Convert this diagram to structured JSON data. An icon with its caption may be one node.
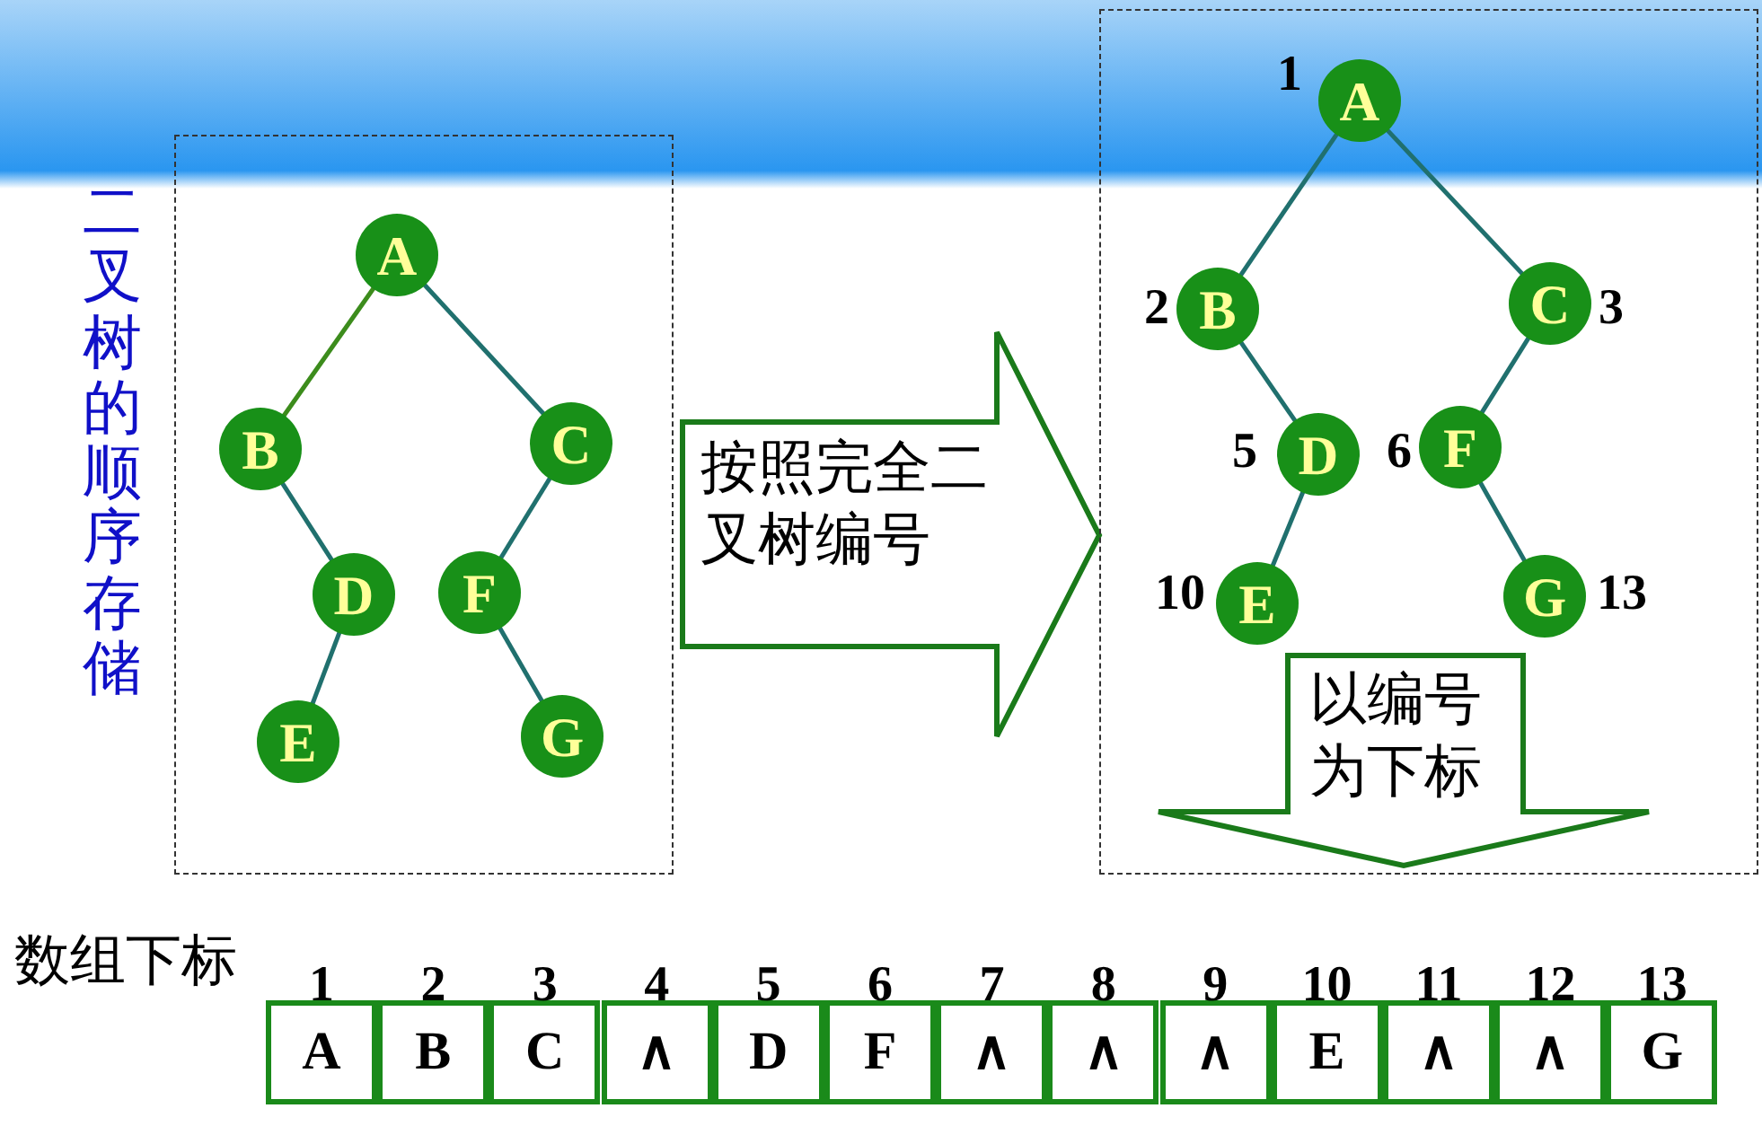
{
  "diagram": {
    "nodes": [
      {
        "text": [],
        "shape": "box"
      },
      {
        "text": [
          "A"
        ],
        "in": 0
      },
      {
        "text": [
          "B"
        ],
        "in": 0
      },
      {
        "text": [
          "C"
        ],
        "in": 0
      },
      {
        "text": [
          "D"
        ],
        "in": 0
      },
      {
        "text": [
          "F"
        ],
        "in": 0
      },
      {
        "text": [
          "E"
        ],
        "in": 0
      },
      {
        "text": [
          "G"
        ],
        "in": 0
      },
      {
        "text": [],
        "shape": "box"
      },
      {
        "text": [
          "A"
        ],
        "in": 8,
        "beside": [
          "1"
        ]
      },
      {
        "text": [
          "B"
        ],
        "in": 8,
        "beside": [
          "2"
        ]
      },
      {
        "text": [
          "C"
        ],
        "in": 8,
        "beside": [
          "3"
        ]
      },
      {
        "text": [
          "D"
        ],
        "in": 8,
        "beside": [
          "5"
        ]
      },
      {
        "text": [
          "F"
        ],
        "in": 8,
        "beside": [
          "6"
        ]
      },
      {
        "text": [
          "E"
        ],
        "in": 8,
        "beside": [
          "10"
        ]
      },
      {
        "text": [
          "G"
        ],
        "in": 8,
        "beside": [
          "13"
        ]
      },
      {
        "text": [
          "以编号为下标"
        ],
        "in": 8
      },
      {
        "text": [
          "A"
        ],
        "beside": [
          "1"
        ]
      },
      {
        "text": [
          "B"
        ],
        "beside": [
          "2"
        ]
      },
      {
        "text": [
          "C"
        ],
        "beside": [
          "3"
        ]
      },
      {
        "text": [
          "∧"
        ],
        "beside": [
          "4"
        ]
      },
      {
        "text": [
          "D"
        ],
        "beside": [
          "5"
        ]
      },
      {
        "text": [
          "F"
        ],
        "beside": [
          "6"
        ]
      },
      {
        "text": [
          "∧"
        ],
        "beside": [
          "7"
        ]
      },
      {
        "text": [
          "∧"
        ],
        "beside": [
          "8"
        ]
      },
      {
        "text": [
          "∧"
        ],
        "beside": [
          "9"
        ]
      },
      {
        "text": [
          "E"
        ],
        "beside": [
          "10"
        ]
      },
      {
        "text": [
          "∧"
        ],
        "beside": [
          "11"
        ]
      },
      {
        "text": [
          "∧"
        ],
        "beside": [
          "12"
        ]
      },
      {
        "text": [
          "G"
        ],
        "beside": [
          "13"
        ]
      }
    ],
    "edges": [
      {
        "from": 1,
        "to": 2,
        "arrow": "none",
        "color": "#3c8c1c"
      },
      {
        "from": 1,
        "to": 3,
        "arrow": "none"
      },
      {
        "from": 2,
        "to": 4,
        "arrow": "none"
      },
      {
        "from": 4,
        "to": 6,
        "arrow": "none"
      },
      {
        "from": 3,
        "to": 5,
        "arrow": "none"
      },
      {
        "from": 5,
        "to": 7,
        "arrow": "none"
      },
      {
        "from": 9,
        "to": 10,
        "arrow": "none"
      },
      {
        "from": 9,
        "to": 11,
        "arrow": "none"
      },
      {
        "from": 10,
        "to": 12,
        "arrow": "none"
      },
      {
        "from": 12,
        "to": 14,
        "arrow": "none"
      },
      {
        "from": 11,
        "to": 13,
        "arrow": "none"
      },
      {
        "from": 13,
        "to": 15,
        "arrow": "none"
      },
      {
        "from": 0,
        "to": 8,
        "arrow": "to",
        "label": "按照完全二叉树编号",
        "style": "thick",
        "color": "#1a7a1a"
      }
    ],
    "labels": [
      "二叉树的顺序存储",
      "数组下标"
    ]
  }
}
